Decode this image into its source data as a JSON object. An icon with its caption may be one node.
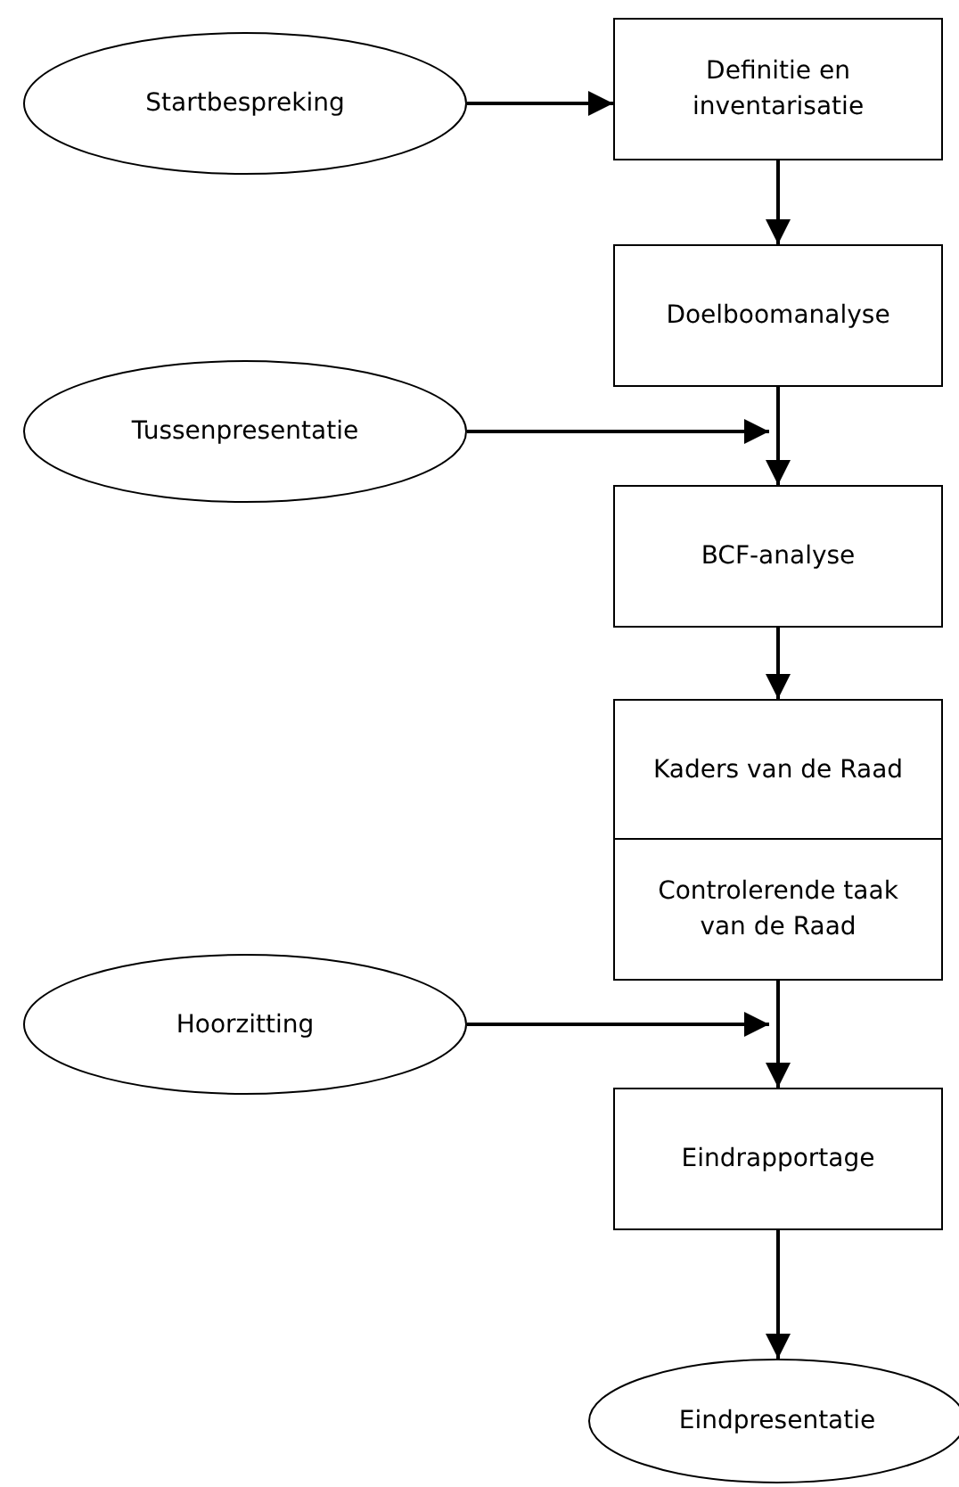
{
  "diagram": {
    "nodes": [
      {
        "text": [
          "Startbespreking"
        ]
      },
      {
        "text": [
          "Definitie en inventarisatie"
        ]
      },
      {
        "text": [
          "Doelboomanalyse"
        ]
      },
      {
        "text": [
          "Tussenpresentatie"
        ]
      },
      {
        "text": [
          "BCF-analyse"
        ]
      },
      {
        "text": [
          "Kaders van de Raad"
        ]
      },
      {
        "text": [
          "Controlerende taak van de Raad"
        ]
      },
      {
        "text": [
          "Hoorzitting"
        ]
      },
      {
        "text": [
          "Eindrapportage"
        ]
      },
      {
        "text": [
          "Eindpresentatie"
        ]
      }
    ],
    "edges": [
      {
        "from": 0,
        "to": 1,
        "arrow": "to"
      },
      {
        "from": 1,
        "to": 2,
        "arrow": "to"
      },
      {
        "from": 2,
        "to": 4,
        "arrow": "to"
      },
      {
        "from": 3,
        "to": 4,
        "arrow": "to"
      },
      {
        "from": 4,
        "to": 5,
        "arrow": "to"
      },
      {
        "from": 6,
        "to": 8,
        "arrow": "to"
      },
      {
        "from": 7,
        "to": 8,
        "arrow": "to"
      },
      {
        "from": 8,
        "to": 9,
        "arrow": "to"
      }
    ]
  }
}
